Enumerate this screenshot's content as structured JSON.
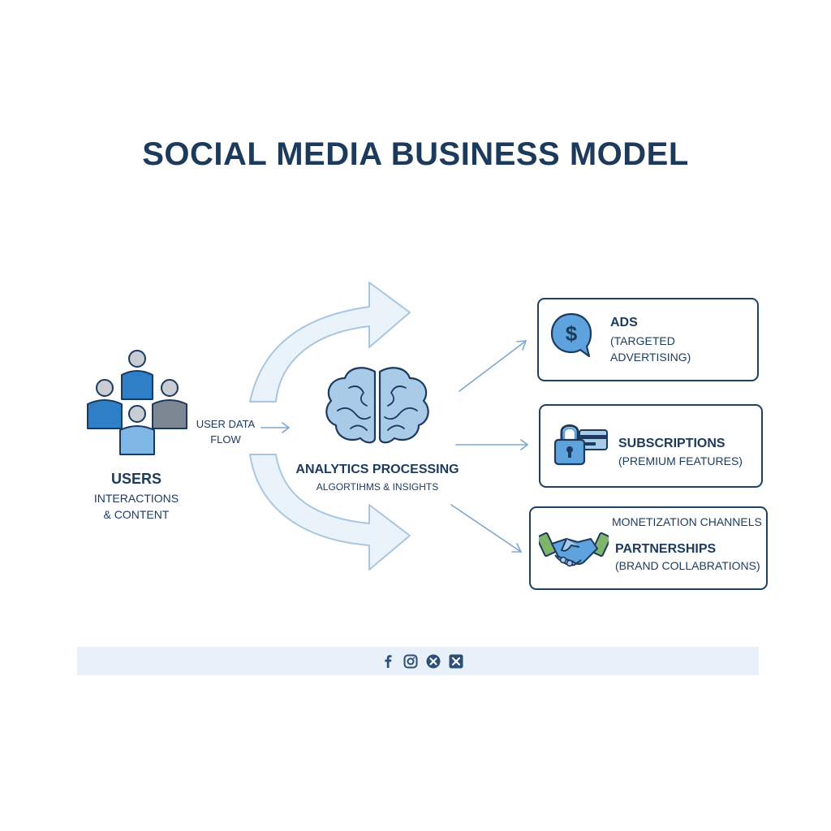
{
  "title": "SOCIAL MEDIA BUSINESS MODEL",
  "users": {
    "title": "USERS",
    "subtitle_line1": "INTERACTIONS",
    "subtitle_line2": "& CONTENT"
  },
  "flow": {
    "label_line1": "USER DATA",
    "label_line2": "FLOW"
  },
  "analytics": {
    "title": "ANALYTICS PROCESSING",
    "subtitle": "ALGORTIHMS & INSIGHTS"
  },
  "channels": {
    "heading": "MONETIZATION CHANNELS",
    "items": [
      {
        "title": "ADS",
        "sub_line1": "(TARGETED",
        "sub_line2": "ADVERTISING)",
        "icon": "dollar-speech-bubble-icon"
      },
      {
        "title": "SUBSCRIPTIONS",
        "sub_line1": "(PREMIUM FEATURES)",
        "icon": "padlock-card-icon"
      },
      {
        "title": "PARTNERSHIPS",
        "sub_line1": "(BRAND COLLABRATIONS)",
        "icon": "handshake-icon"
      }
    ]
  },
  "footer": {
    "social_icons": [
      "facebook-icon",
      "instagram-icon",
      "x-circle-icon",
      "x-square-icon"
    ]
  },
  "colors": {
    "navy": "#1c3a5e",
    "blue": "#3b82c4",
    "light_blue": "#a9cbe8",
    "arrow_fill": "#e6eff8",
    "arrow_stroke": "#9fbfdc",
    "gray": "#7d8793",
    "green": "#7fb56a",
    "footer_bg": "#e8f0f9"
  }
}
